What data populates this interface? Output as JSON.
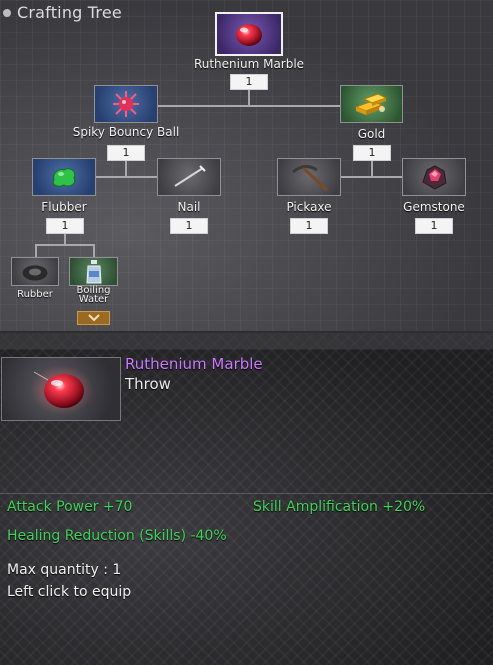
{
  "tree": {
    "title": "Crafting Tree",
    "root": {
      "name": "Ruthenium Marble",
      "qty": "1",
      "icon": "red-marble-icon"
    },
    "level1": [
      {
        "name": "Spiky Bouncy Ball",
        "qty": "1",
        "icon": "spiky-ball-icon"
      },
      {
        "name": "Gold",
        "qty": "1",
        "icon": "gold-bars-icon"
      }
    ],
    "level2": [
      {
        "name": "Flubber",
        "qty": "1",
        "icon": "flubber-icon"
      },
      {
        "name": "Nail",
        "qty": "1",
        "icon": "nail-icon"
      },
      {
        "name": "Pickaxe",
        "qty": "1",
        "icon": "pickaxe-icon"
      },
      {
        "name": "Gemstone",
        "qty": "1",
        "icon": "gemstone-icon"
      }
    ],
    "level3": [
      {
        "name": "Rubber",
        "icon": "rubber-tire-icon"
      },
      {
        "name_line1": "Boiling",
        "name_line2": "Water",
        "icon": "water-bottle-icon"
      }
    ],
    "expand_icon": "chevron-down-icon"
  },
  "detail": {
    "name": "Ruthenium Marble",
    "type": "Throw",
    "name_color": "#c979ff",
    "stat_color": "#3fd35a",
    "stats": {
      "attack_power": "Attack Power +70",
      "skill_amplification": "Skill Amplification +20%",
      "healing_reduction": "Healing Reduction (Skills) -40%"
    },
    "max_quantity": "Max quantity : 1",
    "hint": "Left click to equip"
  }
}
